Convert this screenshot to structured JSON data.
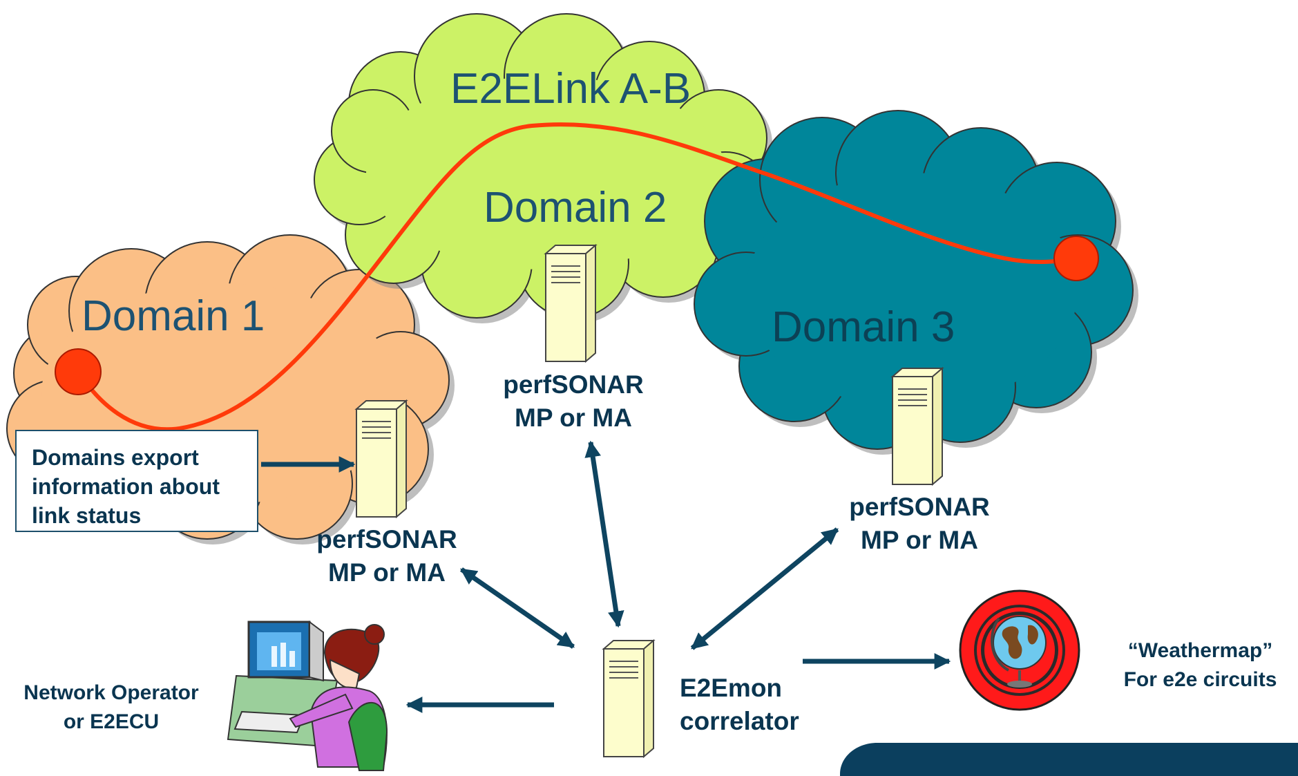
{
  "clouds": {
    "e2elink": {
      "label": "E2ELink A-B",
      "color": "#ccf266"
    },
    "domain1": {
      "label": "Domain 1",
      "color": "#fbbf86"
    },
    "domain2": {
      "label": "Domain 2"
    },
    "domain3": {
      "label": "Domain 3",
      "color": "#00869a"
    }
  },
  "servers": {
    "domain1": {
      "line1": "perfSONAR",
      "line2": "MP or MA"
    },
    "domain2": {
      "line1": "perfSONAR",
      "line2": "MP or MA"
    },
    "domain3": {
      "line1": "perfSONAR",
      "line2": "MP or MA"
    },
    "correlator": {
      "line1": "E2Emon",
      "line2": "correlator"
    }
  },
  "callout": {
    "line1": "Domains export",
    "line2": "information about",
    "line3": "link status"
  },
  "operator": {
    "line1": "Network Operator",
    "line2": "or E2ECU"
  },
  "weathermap": {
    "line1": "“Weathermap”",
    "line2": "For e2e circuits"
  },
  "colors": {
    "path": "#ff3a0a",
    "arrow": "#0e4460",
    "text": "#0a3550",
    "server_fill": "#fdfdcc",
    "footer_bar": "#0b3f5e"
  }
}
